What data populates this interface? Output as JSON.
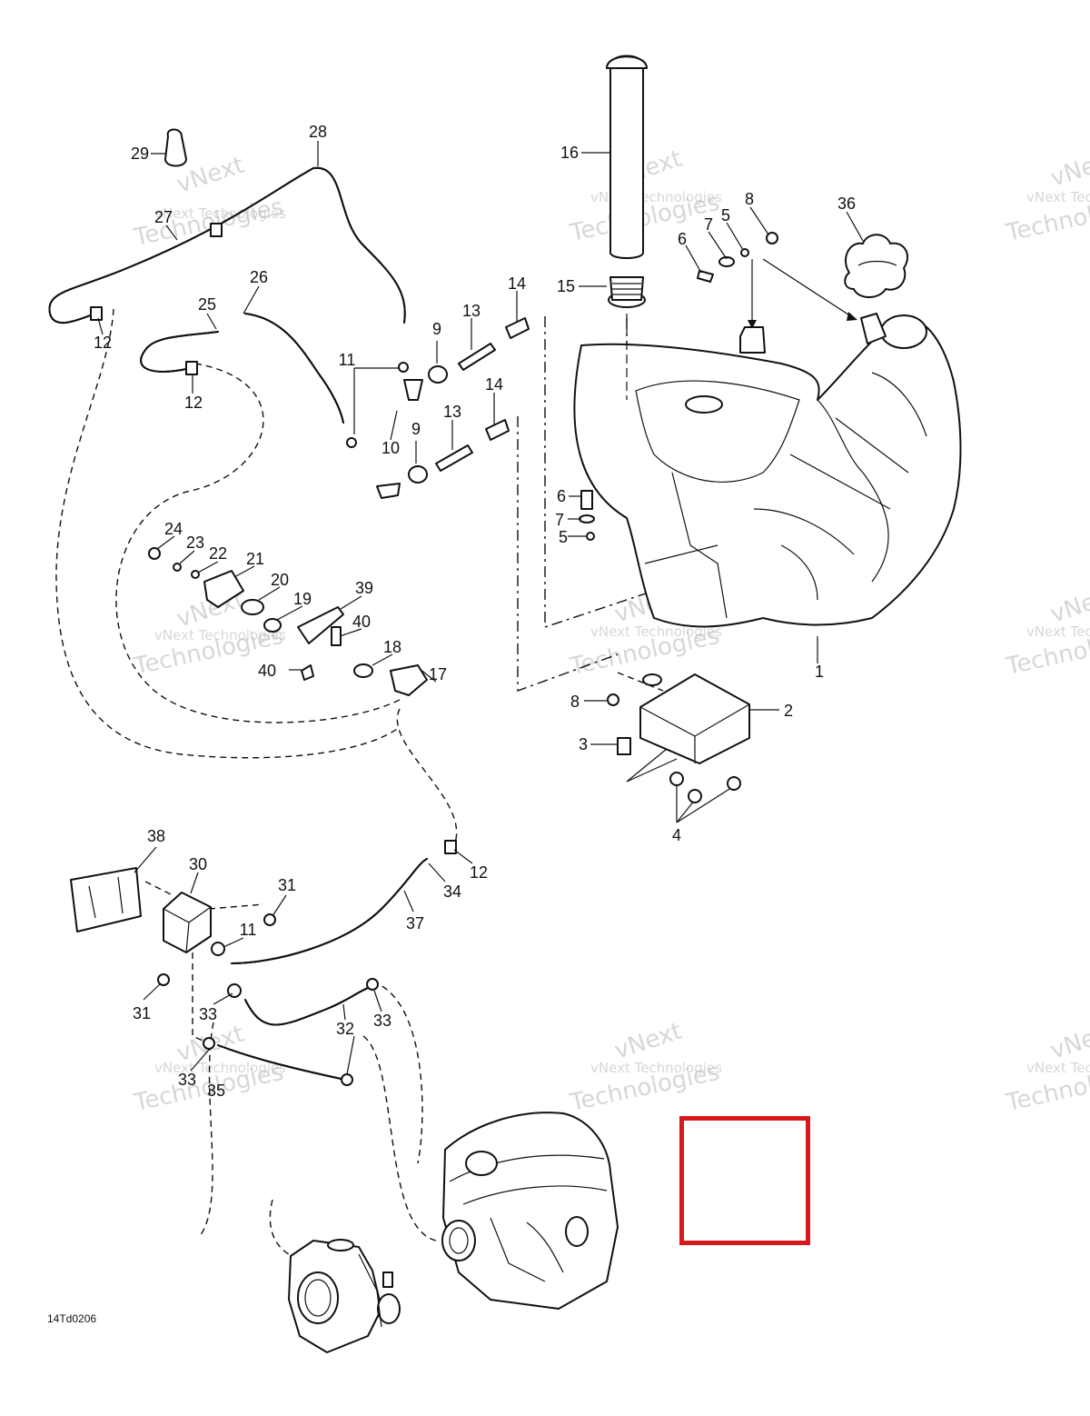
{
  "diagram": {
    "reference_code": "14Td0206",
    "watermark": {
      "line1": "vNext",
      "line2": "vNext Technologies",
      "line3": "Technologies"
    },
    "highlight_color": "#d7191c",
    "callouts": {
      "c1": "1",
      "c2": "2",
      "c3": "3",
      "c4": "4",
      "c5a": "5",
      "c5b": "5",
      "c6a": "6",
      "c6b": "6",
      "c7a": "7",
      "c7b": "7",
      "c8a": "8",
      "c8b": "8",
      "c9a": "9",
      "c9b": "9",
      "c10": "10",
      "c11a": "11",
      "c11b": "11",
      "c12a": "12",
      "c12b": "12",
      "c12c": "12",
      "c13a": "13",
      "c13b": "13",
      "c14a": "14",
      "c14b": "14",
      "c15": "15",
      "c16": "16",
      "c17": "17",
      "c18": "18",
      "c19": "19",
      "c20": "20",
      "c21": "21",
      "c22": "22",
      "c23": "23",
      "c24": "24",
      "c25": "25",
      "c26": "26",
      "c27": "27",
      "c28": "28",
      "c29": "29",
      "c30": "30",
      "c31a": "31",
      "c31b": "31",
      "c32": "32",
      "c33a": "33",
      "c33b": "33",
      "c33c": "33",
      "c34": "34",
      "c35": "35",
      "c36": "36",
      "c37": "37",
      "c38": "38",
      "c39": "39",
      "c40a": "40",
      "c40b": "40"
    }
  }
}
